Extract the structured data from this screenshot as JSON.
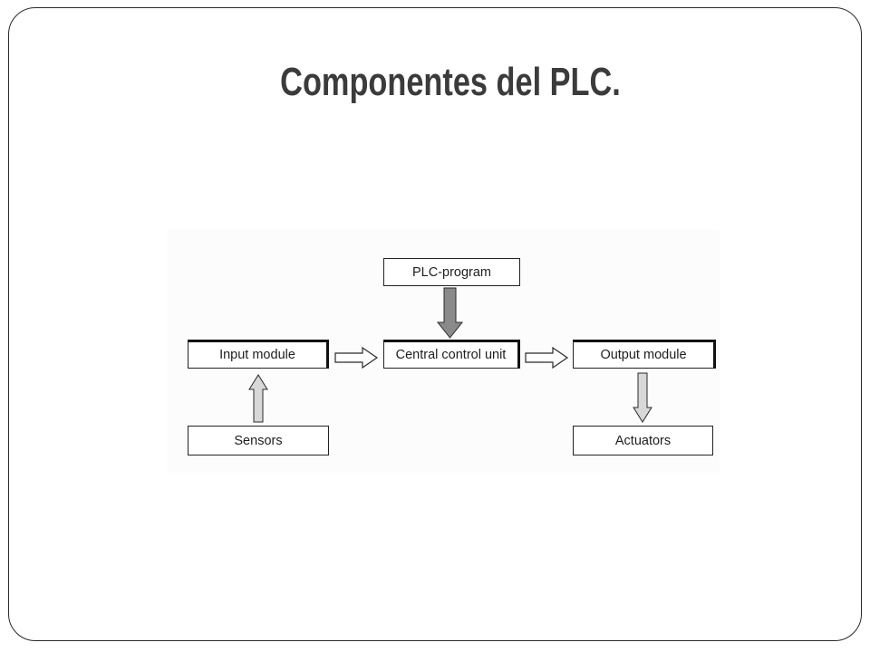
{
  "slide": {
    "title": "Componentes del PLC."
  },
  "diagram": {
    "nodes": {
      "plc_program": "PLC-program",
      "input_module": "Input module",
      "central_control_unit": "Central control unit",
      "output_module": "Output module",
      "sensors": "Sensors",
      "actuators": "Actuators"
    },
    "edges": [
      {
        "from": "plc_program",
        "to": "central_control_unit"
      },
      {
        "from": "sensors",
        "to": "input_module"
      },
      {
        "from": "input_module",
        "to": "central_control_unit"
      },
      {
        "from": "central_control_unit",
        "to": "output_module"
      },
      {
        "from": "output_module",
        "to": "actuators"
      }
    ],
    "colors": {
      "box_border": "#222222",
      "arrow_dark": "#8a8a8a",
      "arrow_light": "#d8d8d8",
      "title": "#3b3b3b"
    }
  }
}
